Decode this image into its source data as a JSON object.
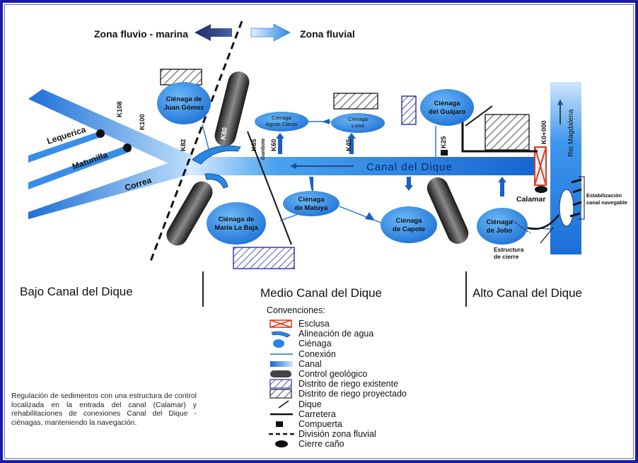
{
  "header": {
    "left_zone": "Zona fluvio - marina",
    "right_zone": "Zona fluvial"
  },
  "map": {
    "canal_label": "Canal del Dique",
    "river_label": "Rio Magdalena",
    "branches": [
      "Lequerica",
      "Matunilla",
      "Correa"
    ],
    "km_labels": [
      "K108",
      "K100",
      "K82",
      "K80",
      "K65",
      "K60",
      "K45",
      "K25",
      "K0+000"
    ],
    "gambote_label": "Gambote",
    "cienagas": [
      {
        "id": "juan-gomez",
        "line1": "Ciénaga de",
        "line2": "Juan Gómez"
      },
      {
        "id": "aguas-claras",
        "line1": "Ciénaga",
        "line2": "Aguas Claras"
      },
      {
        "id": "luisa",
        "line1": "Ciénaga",
        "line2": "Luisa"
      },
      {
        "id": "guajaro",
        "line1": "Ciénaga",
        "line2": "del Guájaro"
      },
      {
        "id": "matuya",
        "line1": "Ciénaga",
        "line2": "de Matuya"
      },
      {
        "id": "maria-la-baja",
        "line1": "Ciénaga de",
        "line2": "María La Baja"
      },
      {
        "id": "capote",
        "line1": "Ciénaga",
        "line2": "de Capote"
      },
      {
        "id": "jobo",
        "line1": "Ciénaga",
        "line2": "de Jobo"
      }
    ],
    "calamar_label": "Calamar",
    "estabilizacion_line1": "Estabilización",
    "estabilizacion_line2": "canal navegable",
    "estructura_line1": "Estructura",
    "estructura_line2": "de cierre"
  },
  "sections": {
    "bajo": "Bajo Canal del Dique",
    "medio": "Medio Canal del Dique",
    "alto": "Alto Canal del Dique"
  },
  "legend": {
    "title": "Convenciones:",
    "items": [
      {
        "symbol": "esclusa",
        "label": "Esclusa"
      },
      {
        "symbol": "alineacion",
        "label": "Alineación de agua"
      },
      {
        "symbol": "cienaga",
        "label": "Ciénaga"
      },
      {
        "symbol": "conexion",
        "label": "Conexión"
      },
      {
        "symbol": "canal",
        "label": "Canal"
      },
      {
        "symbol": "control",
        "label": "Control geológico"
      },
      {
        "symbol": "riego-existente",
        "label": "Distrito de riego existente"
      },
      {
        "symbol": "riego-proyectado",
        "label": "Distrito de riego proyectado"
      },
      {
        "symbol": "dique",
        "label": "Dique"
      },
      {
        "symbol": "carretera",
        "label": "Carretera"
      },
      {
        "symbol": "compuerta",
        "label": "Compuerta"
      },
      {
        "symbol": "division",
        "label": "División zona fluvial"
      },
      {
        "symbol": "cierre",
        "label": "Cierre caño"
      }
    ]
  },
  "note": "Regulación de sedimentos con una estructura de control localizada en la entrada del canal (Calamar) y rehabilitaciones de conexiones Canal del Dique -ciénagas, manteniendo la navegación.",
  "colors": {
    "frame": "#1a1aa8",
    "canal_blue": "#1a73d9",
    "cienaga_blue": "#2a86e0",
    "dark_navy": "#1c2d6b",
    "esclusa_red": "#e23a1e"
  }
}
